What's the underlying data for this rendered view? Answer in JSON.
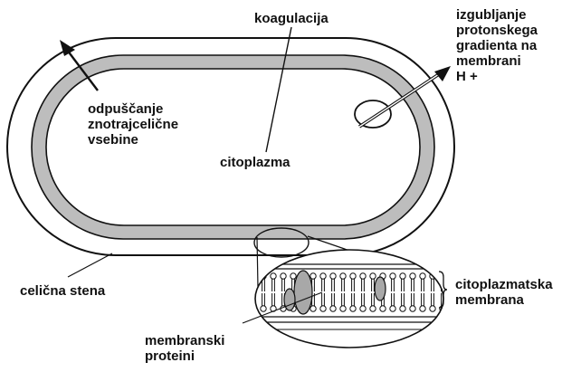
{
  "labels": {
    "coagulation": "koagulacija",
    "proton_gradient": [
      "izgubljanje",
      "protonskega",
      "gradienta na",
      "membrani",
      "H +"
    ],
    "leakage": [
      "odpuščanje",
      "znotrajcelične",
      "vsebine"
    ],
    "cytoplasm": "citoplazma",
    "cell_wall": "celična stena",
    "cyt_membrane": [
      "citoplazmatska",
      "membrana"
    ],
    "membrane_proteins": [
      "membranski",
      "proteini"
    ]
  },
  "colors": {
    "ink": "#111111",
    "membrane_fill": "#bdbdbd",
    "protein_fill": "#a8a8a8",
    "background": "#ffffff"
  }
}
